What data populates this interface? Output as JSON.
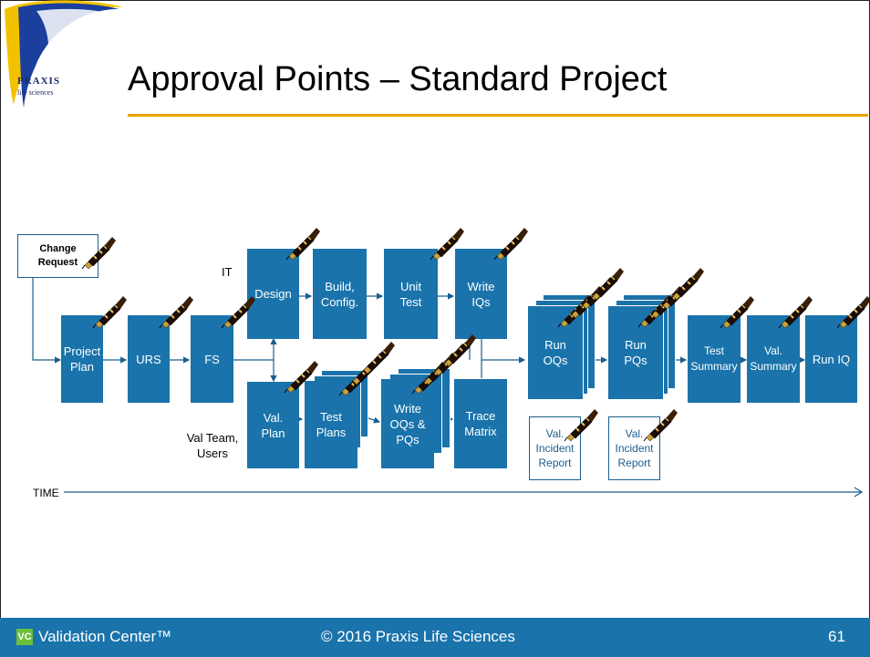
{
  "slide": {
    "title": "Approval Points – Standard Project",
    "logo_name": "PRAXIS",
    "logo_sub": "life sciences"
  },
  "labels": {
    "it": "IT",
    "val_team": "Val Team,\nUsers",
    "time": "TIME"
  },
  "boxes": {
    "change_request": "Change\nRequest",
    "project_plan": "Project\nPlan",
    "urs": "URS",
    "fs": "FS",
    "design": "Design",
    "build_config": "Build,\nConfig.",
    "unit_test": "Unit\nTest",
    "write_iqs": "Write\nIQs",
    "val_plan": "Val.\nPlan",
    "test_plans": "Test\nPlans",
    "write_oqs_pqs": "Write\nOQs &\nPQs",
    "trace_matrix": "Trace\nMatrix",
    "run_oqs": "Run\nOQs",
    "run_pqs": "Run\nPQs",
    "test_summary": "Test\nSummary",
    "val_summary": "Val.\nSummary",
    "run_iq": "Run IQ",
    "incident_1": "Val.\nIncident\nReport",
    "incident_2": "Val.\nIncident\nReport"
  },
  "footer": {
    "vc_badge": "VC",
    "left": "Validation Center™",
    "center": "© 2016 Praxis Life Sciences",
    "page": "61"
  },
  "colors": {
    "box_blue": "#1a73ab",
    "accent_orange": "#e8a100",
    "footer_blue": "#1a73ab",
    "vc_green": "#6bbf3a"
  },
  "icons": [
    "fountain-pen-icon"
  ]
}
